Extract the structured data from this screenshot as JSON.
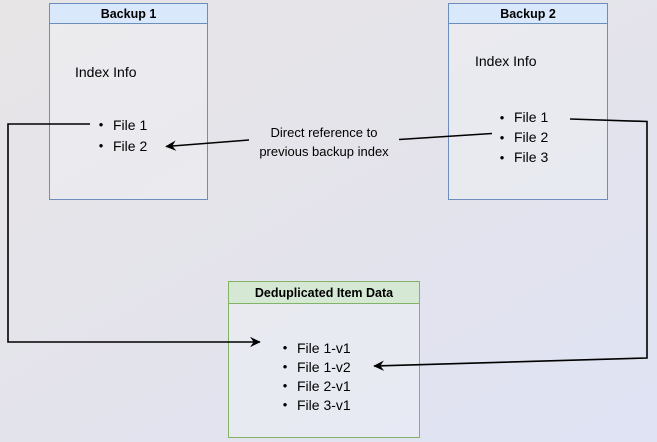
{
  "diagram": {
    "backup1": {
      "title": "Backup 1",
      "heading": "Index Info",
      "files": [
        "File 1",
        "File 2"
      ]
    },
    "backup2": {
      "title": "Backup 2",
      "heading": "Index Info",
      "files": [
        "File 1",
        "File 2",
        "File 3"
      ]
    },
    "dedup": {
      "title": "Deduplicated Item Data",
      "files": [
        "File 1-v1",
        "File 1-v2",
        "File 2-v1",
        "File 3-v1"
      ]
    },
    "edge_label": {
      "line1": "Direct reference to",
      "line2": "previous backup index"
    },
    "colors": {
      "blue_border": "#6c8ebf",
      "blue_fill": "#dae8fc",
      "green_border": "#82b366",
      "green_fill": "#d5e8d4",
      "arrow": "#000000"
    }
  }
}
